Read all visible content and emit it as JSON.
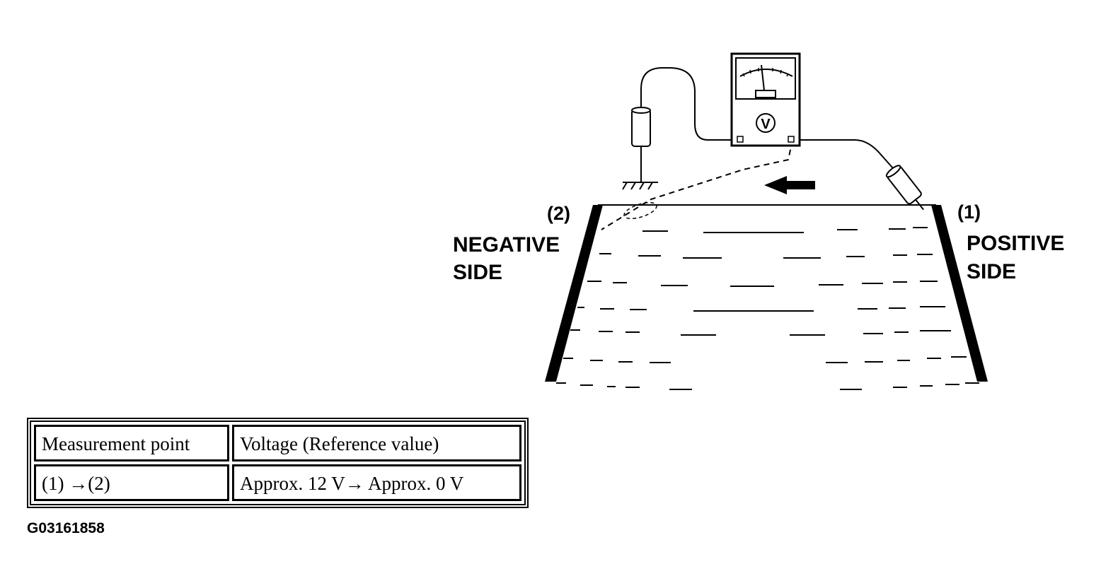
{
  "diagram": {
    "label_negative_num": "(2)",
    "label_negative_line1": "NEGATIVE",
    "label_negative_line2": "SIDE",
    "label_positive_num": "(1)",
    "label_positive_line1": "POSITIVE",
    "label_positive_line2": "SIDE",
    "meter_symbol": "V"
  },
  "table": {
    "header": [
      "Measurement point",
      "Voltage (Reference value)"
    ],
    "rows": [
      [
        "(1) →(2)",
        "Approx. 12 V→ Approx. 0 V"
      ]
    ]
  },
  "figure_code": "G03161858"
}
